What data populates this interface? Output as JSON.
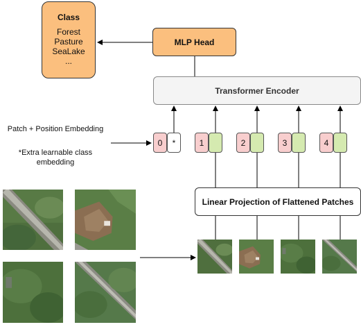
{
  "class_box": {
    "title": "Class",
    "items": [
      "Forest",
      "Pasture",
      "SeaLake",
      "..."
    ]
  },
  "mlp_head": "MLP Head",
  "transformer_encoder": "Transformer Encoder",
  "linear_projection": "Linear Projection of Flattened Patches",
  "patch_position_label": "Patch + Position Embedding",
  "extra_class_note": [
    "*Extra learnable class",
    "embedding"
  ],
  "tokens": {
    "class_index": "0",
    "class_marker": "*",
    "patch_indices": [
      "1",
      "2",
      "3",
      "4"
    ]
  },
  "colors": {
    "orange": "#fbbf7e",
    "pink": "#f8cece",
    "green": "#d5eab0",
    "encoder_gray": "#f4f4f4"
  }
}
